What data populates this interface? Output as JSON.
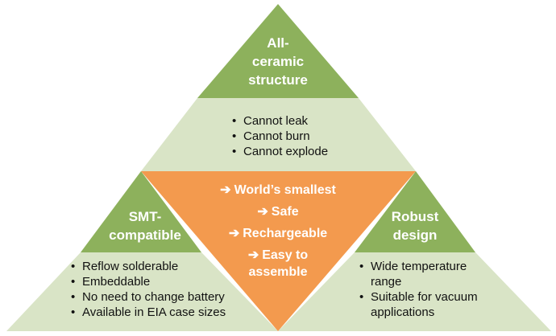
{
  "colors": {
    "dark_green": "#8db15c",
    "light_green": "#d9e4c6",
    "orange": "#f39a4e",
    "text_white": "#ffffff",
    "text_dark": "#111111"
  },
  "top": {
    "heading": "All-\nceramic\nstructure",
    "bullets": [
      "Cannot leak",
      "Cannot burn",
      "Cannot explode"
    ]
  },
  "left": {
    "heading": "SMT-\ncompatible",
    "bullets": [
      "Reflow solderable",
      "Embeddable",
      "No need to change battery",
      "Available in EIA case sizes"
    ]
  },
  "right": {
    "heading": "Robust\ndesign",
    "bullets": [
      "Wide temperature\nrange",
      "Suitable for vacuum\napplications"
    ]
  },
  "center": {
    "arrow_icon": "right-arrow-icon",
    "features": [
      "World’s smallest",
      "Safe",
      "Rechargeable",
      "Easy to\nassemble"
    ]
  }
}
